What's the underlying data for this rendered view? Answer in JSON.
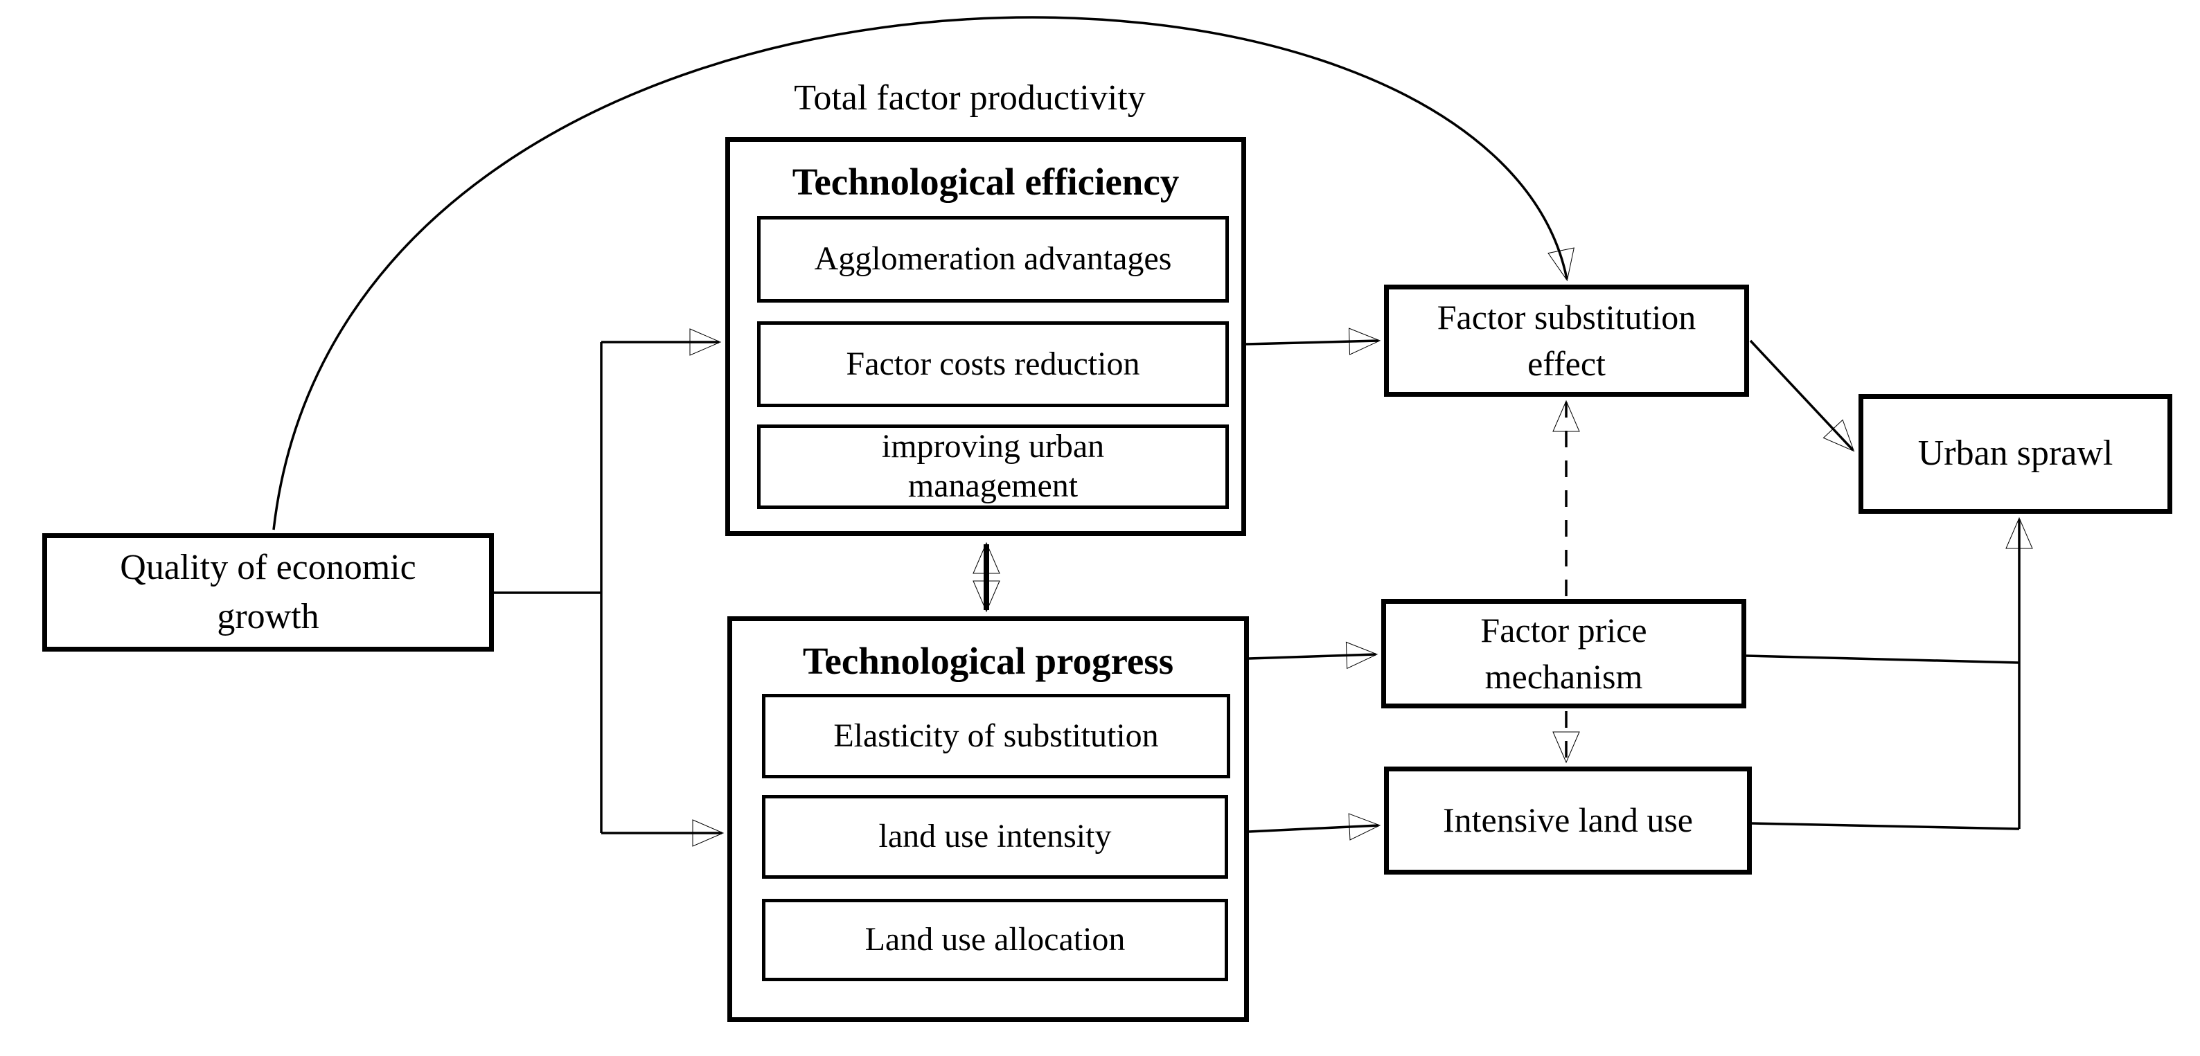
{
  "diagram": {
    "background": "#ffffff",
    "ink": "#000000",
    "arc_label": "Total factor productivity",
    "nodes": {
      "quality": {
        "label": "Quality of economic growth"
      },
      "tech_efficiency": {
        "title": "Technological efficiency",
        "items": [
          "Agglomeration advantages",
          "Factor costs reduction",
          "improving urban management"
        ]
      },
      "tech_progress": {
        "title": "Technological progress",
        "items": [
          "Elasticity of substitution",
          "land use intensity",
          "Land use allocation"
        ]
      },
      "factor_substitution": {
        "label": "Factor substitution effect"
      },
      "factor_price": {
        "label": "Factor price mechanism"
      },
      "intensive_land_use": {
        "label": "Intensive land use"
      },
      "urban_sprawl": {
        "label": "Urban sprawl"
      }
    },
    "edges": [
      {
        "from": "quality",
        "to": "factor_substitution",
        "style": "curved-solid-arrow",
        "label": "Total factor productivity"
      },
      {
        "from": "quality",
        "to": "tech_efficiency",
        "style": "solid-arrow"
      },
      {
        "from": "quality",
        "to": "tech_progress",
        "style": "solid-arrow"
      },
      {
        "from": "tech_efficiency",
        "to": "tech_progress",
        "style": "double-headed-solid-arrow"
      },
      {
        "from": "tech_efficiency",
        "to": "factor_substitution",
        "style": "solid-arrow"
      },
      {
        "from": "tech_progress",
        "to": "factor_price",
        "style": "solid-arrow"
      },
      {
        "from": "tech_progress",
        "to": "intensive_land_use",
        "style": "solid-arrow"
      },
      {
        "from": "factor_price",
        "to": "factor_substitution",
        "style": "dashed-arrow"
      },
      {
        "from": "factor_price",
        "to": "intensive_land_use",
        "style": "dashed-arrow"
      },
      {
        "from": "factor_substitution",
        "to": "urban_sprawl",
        "style": "solid-arrow"
      },
      {
        "from": "factor_price",
        "to": "urban_sprawl",
        "style": "solid-arrow"
      },
      {
        "from": "intensive_land_use",
        "to": "urban_sprawl",
        "style": "solid-arrow"
      }
    ]
  }
}
